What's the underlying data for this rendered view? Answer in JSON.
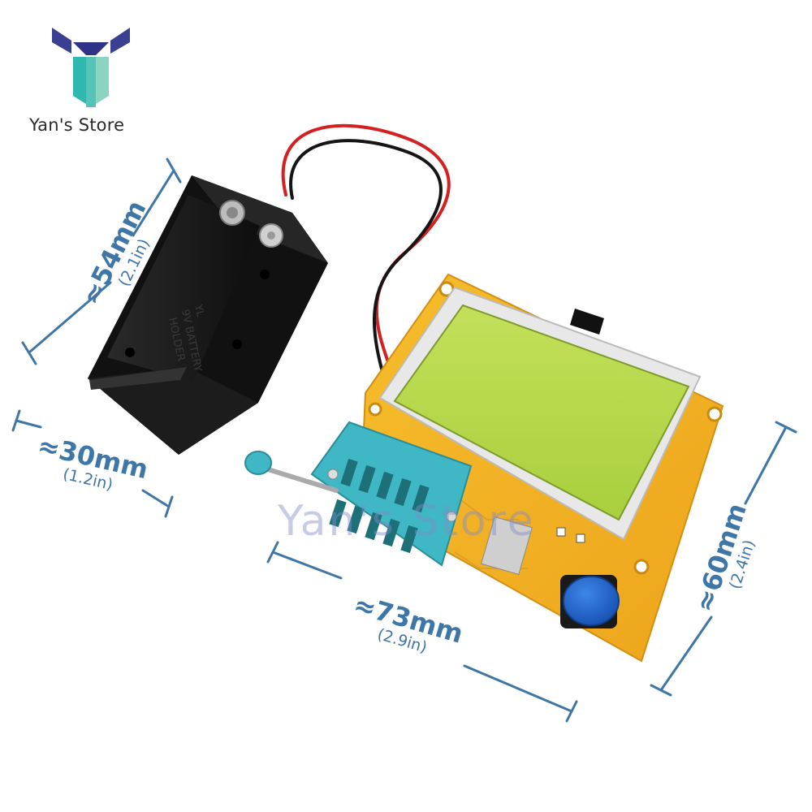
{
  "brand": {
    "name": "Yan's Store",
    "watermark": "Yan's Store",
    "logo_colors": [
      "#3a3f92",
      "#2fb8b0",
      "#8ad4c2"
    ]
  },
  "battery_holder": {
    "lines": [
      "YL",
      "9V BATTERY",
      "HOLDER"
    ]
  },
  "dimensions": {
    "height_holder": {
      "main": "≈54mm",
      "sub": "(2.1in)"
    },
    "width_holder": {
      "main": "≈30mm",
      "sub": "(1.2in)"
    },
    "width_board": {
      "main": "≈73mm",
      "sub": "(2.9in)"
    },
    "height_board": {
      "main": "≈60mm",
      "sub": "(2.4in)"
    }
  },
  "colors": {
    "dimension": "#3f76a8",
    "pcb": "#f2b020",
    "lcd": "#b6d84a",
    "socket": "#3fb7c4",
    "button": "#1f63c8",
    "holder": "#1a1a1a"
  }
}
